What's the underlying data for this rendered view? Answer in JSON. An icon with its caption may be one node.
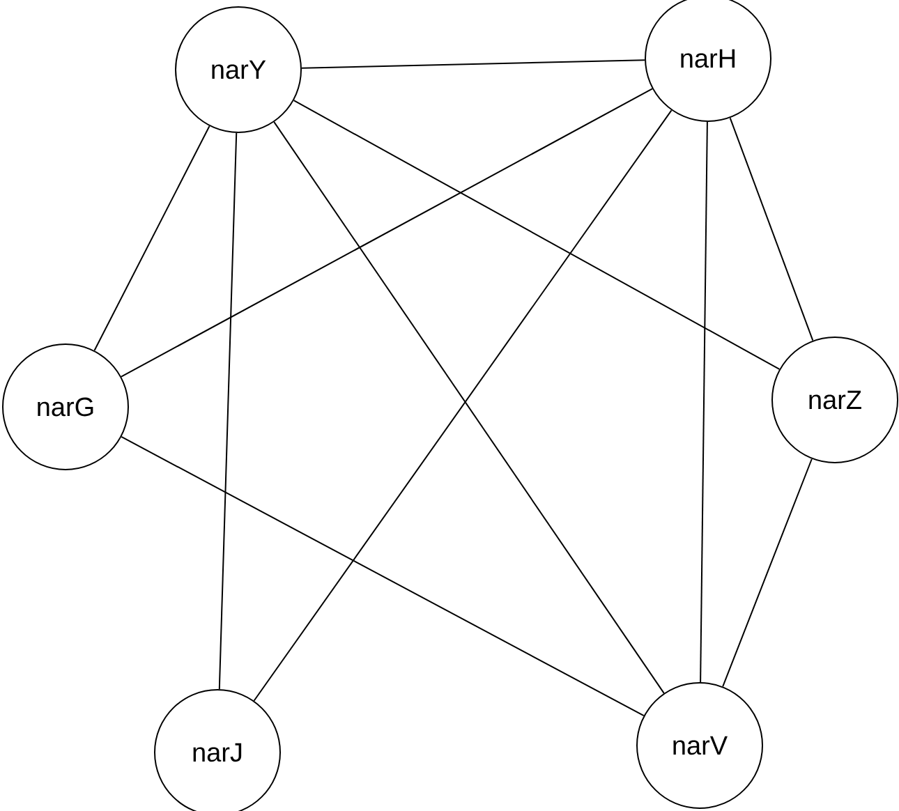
{
  "diagram": {
    "nodes": [
      {
        "text": [
          "narY"
        ]
      },
      {
        "text": [
          "narH"
        ]
      },
      {
        "text": [
          "narG"
        ]
      },
      {
        "text": [
          "narZ"
        ]
      },
      {
        "text": [
          "narJ"
        ]
      },
      {
        "text": [
          "narV"
        ]
      }
    ],
    "edges": [
      {
        "from": 0,
        "to": 1,
        "arrow": "none"
      },
      {
        "from": 0,
        "to": 2,
        "arrow": "none"
      },
      {
        "from": 0,
        "to": 4,
        "arrow": "none"
      },
      {
        "from": 0,
        "to": 5,
        "arrow": "none"
      },
      {
        "from": 0,
        "to": 3,
        "arrow": "none"
      },
      {
        "from": 1,
        "to": 2,
        "arrow": "none"
      },
      {
        "from": 1,
        "to": 4,
        "arrow": "none"
      },
      {
        "from": 1,
        "to": 5,
        "arrow": "none"
      },
      {
        "from": 1,
        "to": 3,
        "arrow": "none"
      },
      {
        "from": 2,
        "to": 5,
        "arrow": "none"
      },
      {
        "from": 3,
        "to": 5,
        "arrow": "none"
      }
    ]
  }
}
